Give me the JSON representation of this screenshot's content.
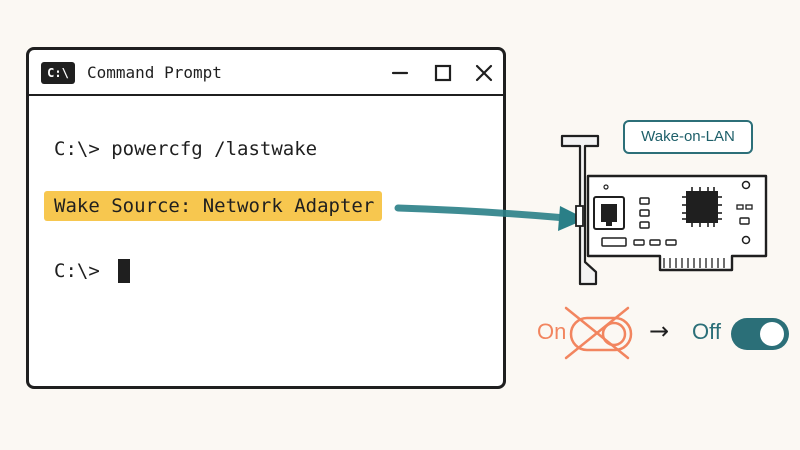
{
  "window": {
    "app_icon_text": "C:\\",
    "title": "Command Prompt",
    "controls": [
      "minimize-icon",
      "maximize-icon",
      "close-icon"
    ]
  },
  "terminal": {
    "line1": "C:\\> powercfg /lastwake",
    "line2": "Wake Source: Network Adapter",
    "line3": "C:\\> "
  },
  "card": {
    "label": "Wake-on-LAN"
  },
  "toggle": {
    "before_label": "On",
    "arrow": "→",
    "after_label": "Off"
  },
  "colors": {
    "highlight": "#f7c74f",
    "arrow_teal": "#2a7f87",
    "on_orange": "#f2855f",
    "off_teal": "#2b6f78"
  }
}
